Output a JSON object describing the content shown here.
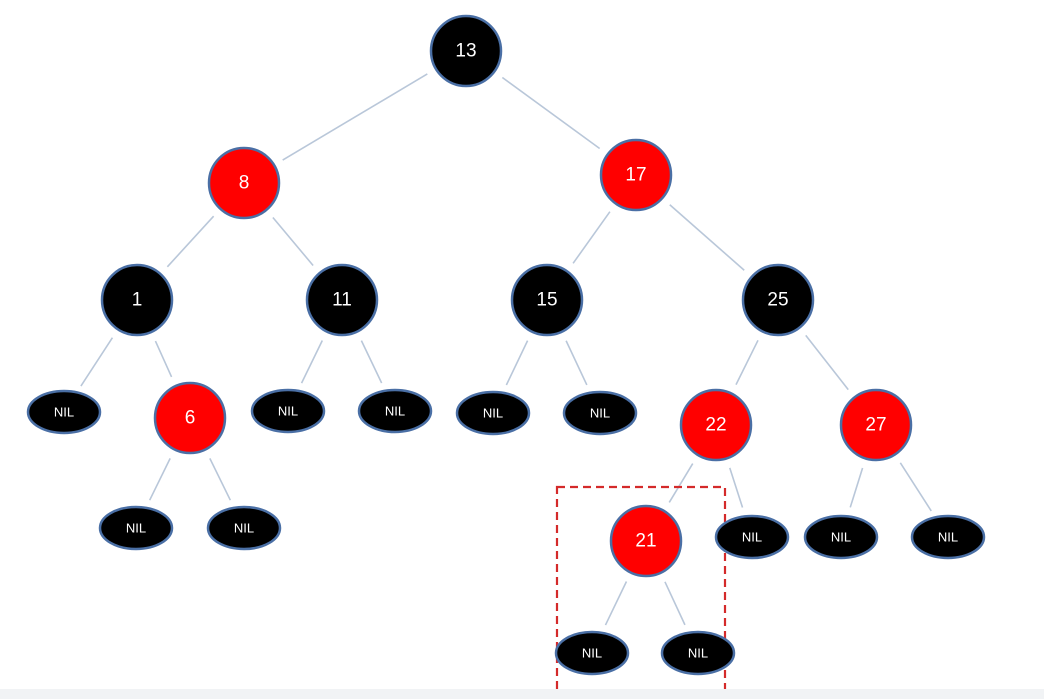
{
  "tree": {
    "colors": {
      "black": "#000000",
      "red": "#ff0000",
      "outline": "#4a6fa5",
      "edge": "#b9c7d9",
      "highlight": "#d42a2a"
    },
    "nodes": [
      {
        "id": "n13",
        "label": "13",
        "color": "black"
      },
      {
        "id": "n8",
        "label": "8",
        "color": "red"
      },
      {
        "id": "n17",
        "label": "17",
        "color": "red"
      },
      {
        "id": "n1",
        "label": "1",
        "color": "black"
      },
      {
        "id": "n11",
        "label": "11",
        "color": "black"
      },
      {
        "id": "n15",
        "label": "15",
        "color": "black"
      },
      {
        "id": "n25",
        "label": "25",
        "color": "black"
      },
      {
        "id": "n6",
        "label": "6",
        "color": "red"
      },
      {
        "id": "n22",
        "label": "22",
        "color": "red"
      },
      {
        "id": "n27",
        "label": "27",
        "color": "red"
      },
      {
        "id": "n21",
        "label": "21",
        "color": "red"
      }
    ],
    "nil_label": "NIL",
    "nil_leaves": [
      {
        "id": "nil-1-left",
        "parent": "n1"
      },
      {
        "id": "nil-6-left",
        "parent": "n6"
      },
      {
        "id": "nil-6-right",
        "parent": "n6"
      },
      {
        "id": "nil-11-left",
        "parent": "n11"
      },
      {
        "id": "nil-11-right",
        "parent": "n11"
      },
      {
        "id": "nil-15-left",
        "parent": "n15"
      },
      {
        "id": "nil-15-right",
        "parent": "n15"
      },
      {
        "id": "nil-22-right",
        "parent": "n22"
      },
      {
        "id": "nil-21-left",
        "parent": "n21"
      },
      {
        "id": "nil-21-right",
        "parent": "n21"
      },
      {
        "id": "nil-27-left",
        "parent": "n27"
      },
      {
        "id": "nil-27-right",
        "parent": "n27"
      }
    ],
    "edges": [
      [
        "n13",
        "n8"
      ],
      [
        "n13",
        "n17"
      ],
      [
        "n8",
        "n1"
      ],
      [
        "n8",
        "n11"
      ],
      [
        "n17",
        "n15"
      ],
      [
        "n17",
        "n25"
      ],
      [
        "n1",
        "nil-1-left"
      ],
      [
        "n1",
        "n6"
      ],
      [
        "n6",
        "nil-6-left"
      ],
      [
        "n6",
        "nil-6-right"
      ],
      [
        "n11",
        "nil-11-left"
      ],
      [
        "n11",
        "nil-11-right"
      ],
      [
        "n15",
        "nil-15-left"
      ],
      [
        "n15",
        "nil-15-right"
      ],
      [
        "n25",
        "n22"
      ],
      [
        "n25",
        "n27"
      ],
      [
        "n22",
        "n21"
      ],
      [
        "n22",
        "nil-22-right"
      ],
      [
        "n21",
        "nil-21-left"
      ],
      [
        "n21",
        "nil-21-right"
      ],
      [
        "n27",
        "nil-27-left"
      ],
      [
        "n27",
        "nil-27-right"
      ]
    ],
    "highlighted_subtree": "n21"
  }
}
